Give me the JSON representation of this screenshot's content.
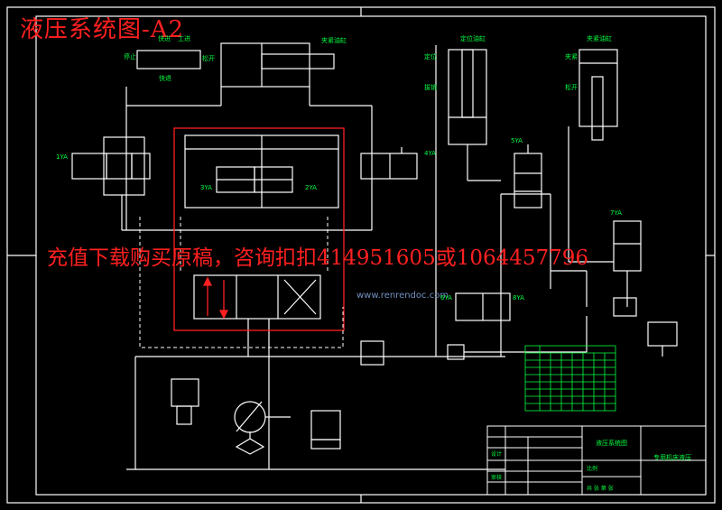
{
  "title": "液压系统图-A2",
  "watermark": "充值下载购买原稿，咨询扣扣414951605或1064457796",
  "site_watermark": "www.renrendoc.com",
  "labels": {
    "fast_advance": "快进",
    "work_feed": "工进",
    "stop": "停止",
    "fast_return": "快退",
    "release": "松开",
    "clamp_cyl": "夹紧油缸",
    "position_cyl": "定位油缸",
    "clamp_cyl2": "夹紧油缸",
    "positioning": "定位",
    "pull_out": "拔销",
    "clamp": "夹紧",
    "unclamp": "松开",
    "v1": "1YA",
    "v2": "2YA",
    "v3": "3YA",
    "v4": "4YA",
    "v5": "5YA",
    "v6": "6YA",
    "v7": "7YA",
    "v8": "8YA"
  },
  "title_block": {
    "drawing_name": "液压系统图",
    "machine": "专用机床液压",
    "designer": "设计",
    "checker": "审核",
    "scale": "比例",
    "sheet": "共 张 第 张"
  }
}
